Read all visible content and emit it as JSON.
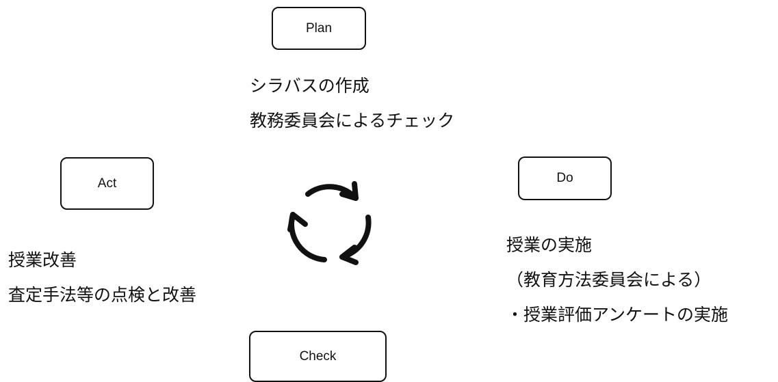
{
  "stages": {
    "plan": {
      "label": "Plan",
      "notes": [
        "シラバスの作成",
        "教務委員会によるチェック"
      ]
    },
    "do": {
      "label": "Do",
      "notes": [
        "授業の実施",
        "（教育方法委員会による）",
        "・授業評価アンケートの実施"
      ]
    },
    "check": {
      "label": "Check"
    },
    "act": {
      "label": "Act",
      "notes": [
        "授業改善",
        "査定手法等の点検と改善"
      ]
    }
  },
  "center_icon": "cycle-arrows-icon"
}
